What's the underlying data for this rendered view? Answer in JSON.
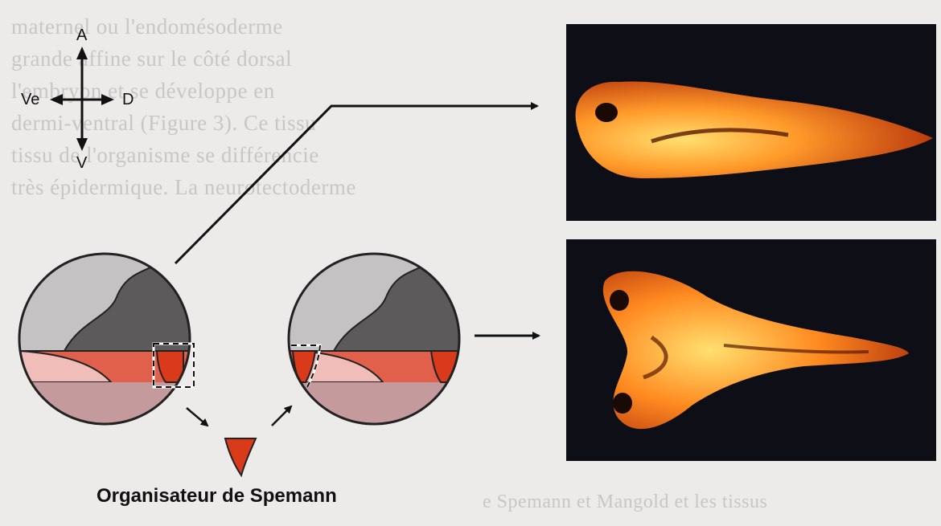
{
  "axes": {
    "anterior": "A",
    "ventral_left": "Ve",
    "dorsal": "D",
    "ventral_bottom": "V"
  },
  "caption": "Organisateur de Spemann",
  "background_text": [
    "maternel ou l'endomésoderme",
    "grande affine sur le côté dorsal",
    "l'embryon et se développe en",
    "dermi-ventral (Figure 3). Ce tissu",
    "tissu de l'organisme se différencie",
    "très épidermique. La neurotectoderme",
    "e Spemann et Mangold et les tissus"
  ],
  "colors": {
    "ectoderm_light": "#c4c2c2",
    "ectoderm_dark": "#5c5a5a",
    "mesoderm": "#e0604c",
    "mesoderm_light": "#f1bdb8",
    "endoderm": "#c49a9c",
    "organizer": "#d83a1a",
    "tadpole_glow": "#ff9a2a",
    "photo_bg": "#0e0e16"
  }
}
